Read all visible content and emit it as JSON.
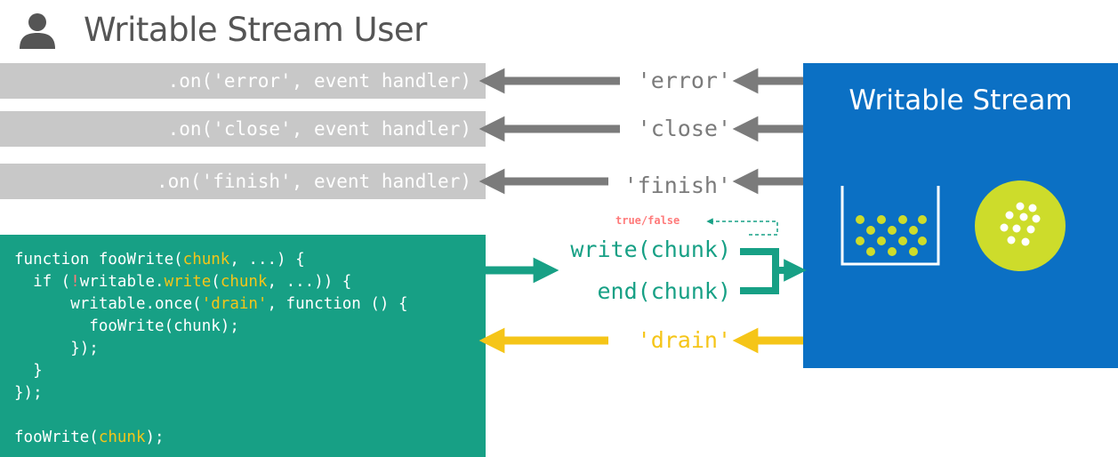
{
  "header": {
    "title": "Writable Stream User",
    "icon": "user-icon"
  },
  "handlers": [
    ".on('error', event handler)",
    ".on('close', event handler)",
    ".on('finish', event handler)"
  ],
  "events": [
    "'error'",
    "'close'",
    "'finish'"
  ],
  "code_lines": [
    [
      {
        "t": "function fooWrite("
      },
      {
        "t": "chunk",
        "c": "y"
      },
      {
        "t": ", ...) {"
      }
    ],
    [
      {
        "t": "  if ("
      },
      {
        "t": "!",
        "c": "r"
      },
      {
        "t": "writable."
      },
      {
        "t": "write",
        "c": "y"
      },
      {
        "t": "("
      },
      {
        "t": "chunk",
        "c": "y"
      },
      {
        "t": ", ...)) {"
      }
    ],
    [
      {
        "t": "      writable.once("
      },
      {
        "t": "'drain'",
        "c": "y"
      },
      {
        "t": ", function () {"
      }
    ],
    [
      {
        "t": "        fooWrite(chunk);"
      }
    ],
    [
      {
        "t": "      });"
      }
    ],
    [
      {
        "t": "  }"
      }
    ],
    [
      {
        "t": "});"
      }
    ],
    [
      {
        "t": ""
      }
    ],
    [
      {
        "t": "fooWrite("
      },
      {
        "t": "chunk",
        "c": "y"
      },
      {
        "t": ");"
      }
    ]
  ],
  "methods": {
    "write": "write(chunk)",
    "end": "end(chunk)",
    "return_value": "true/false",
    "drain": "'drain'"
  },
  "stream": {
    "title": "Writable Stream",
    "buffer_icon": "buffer-icon",
    "processor_icon": "processor-icon"
  },
  "colors": {
    "gray_bar": "#c8c8c8",
    "gray_arrow": "#7b7b7b",
    "teal": "#17a085",
    "yellow": "#f5c518",
    "red": "#ff7a7a",
    "blue": "#0b70c4",
    "lime": "#cddc2b"
  }
}
